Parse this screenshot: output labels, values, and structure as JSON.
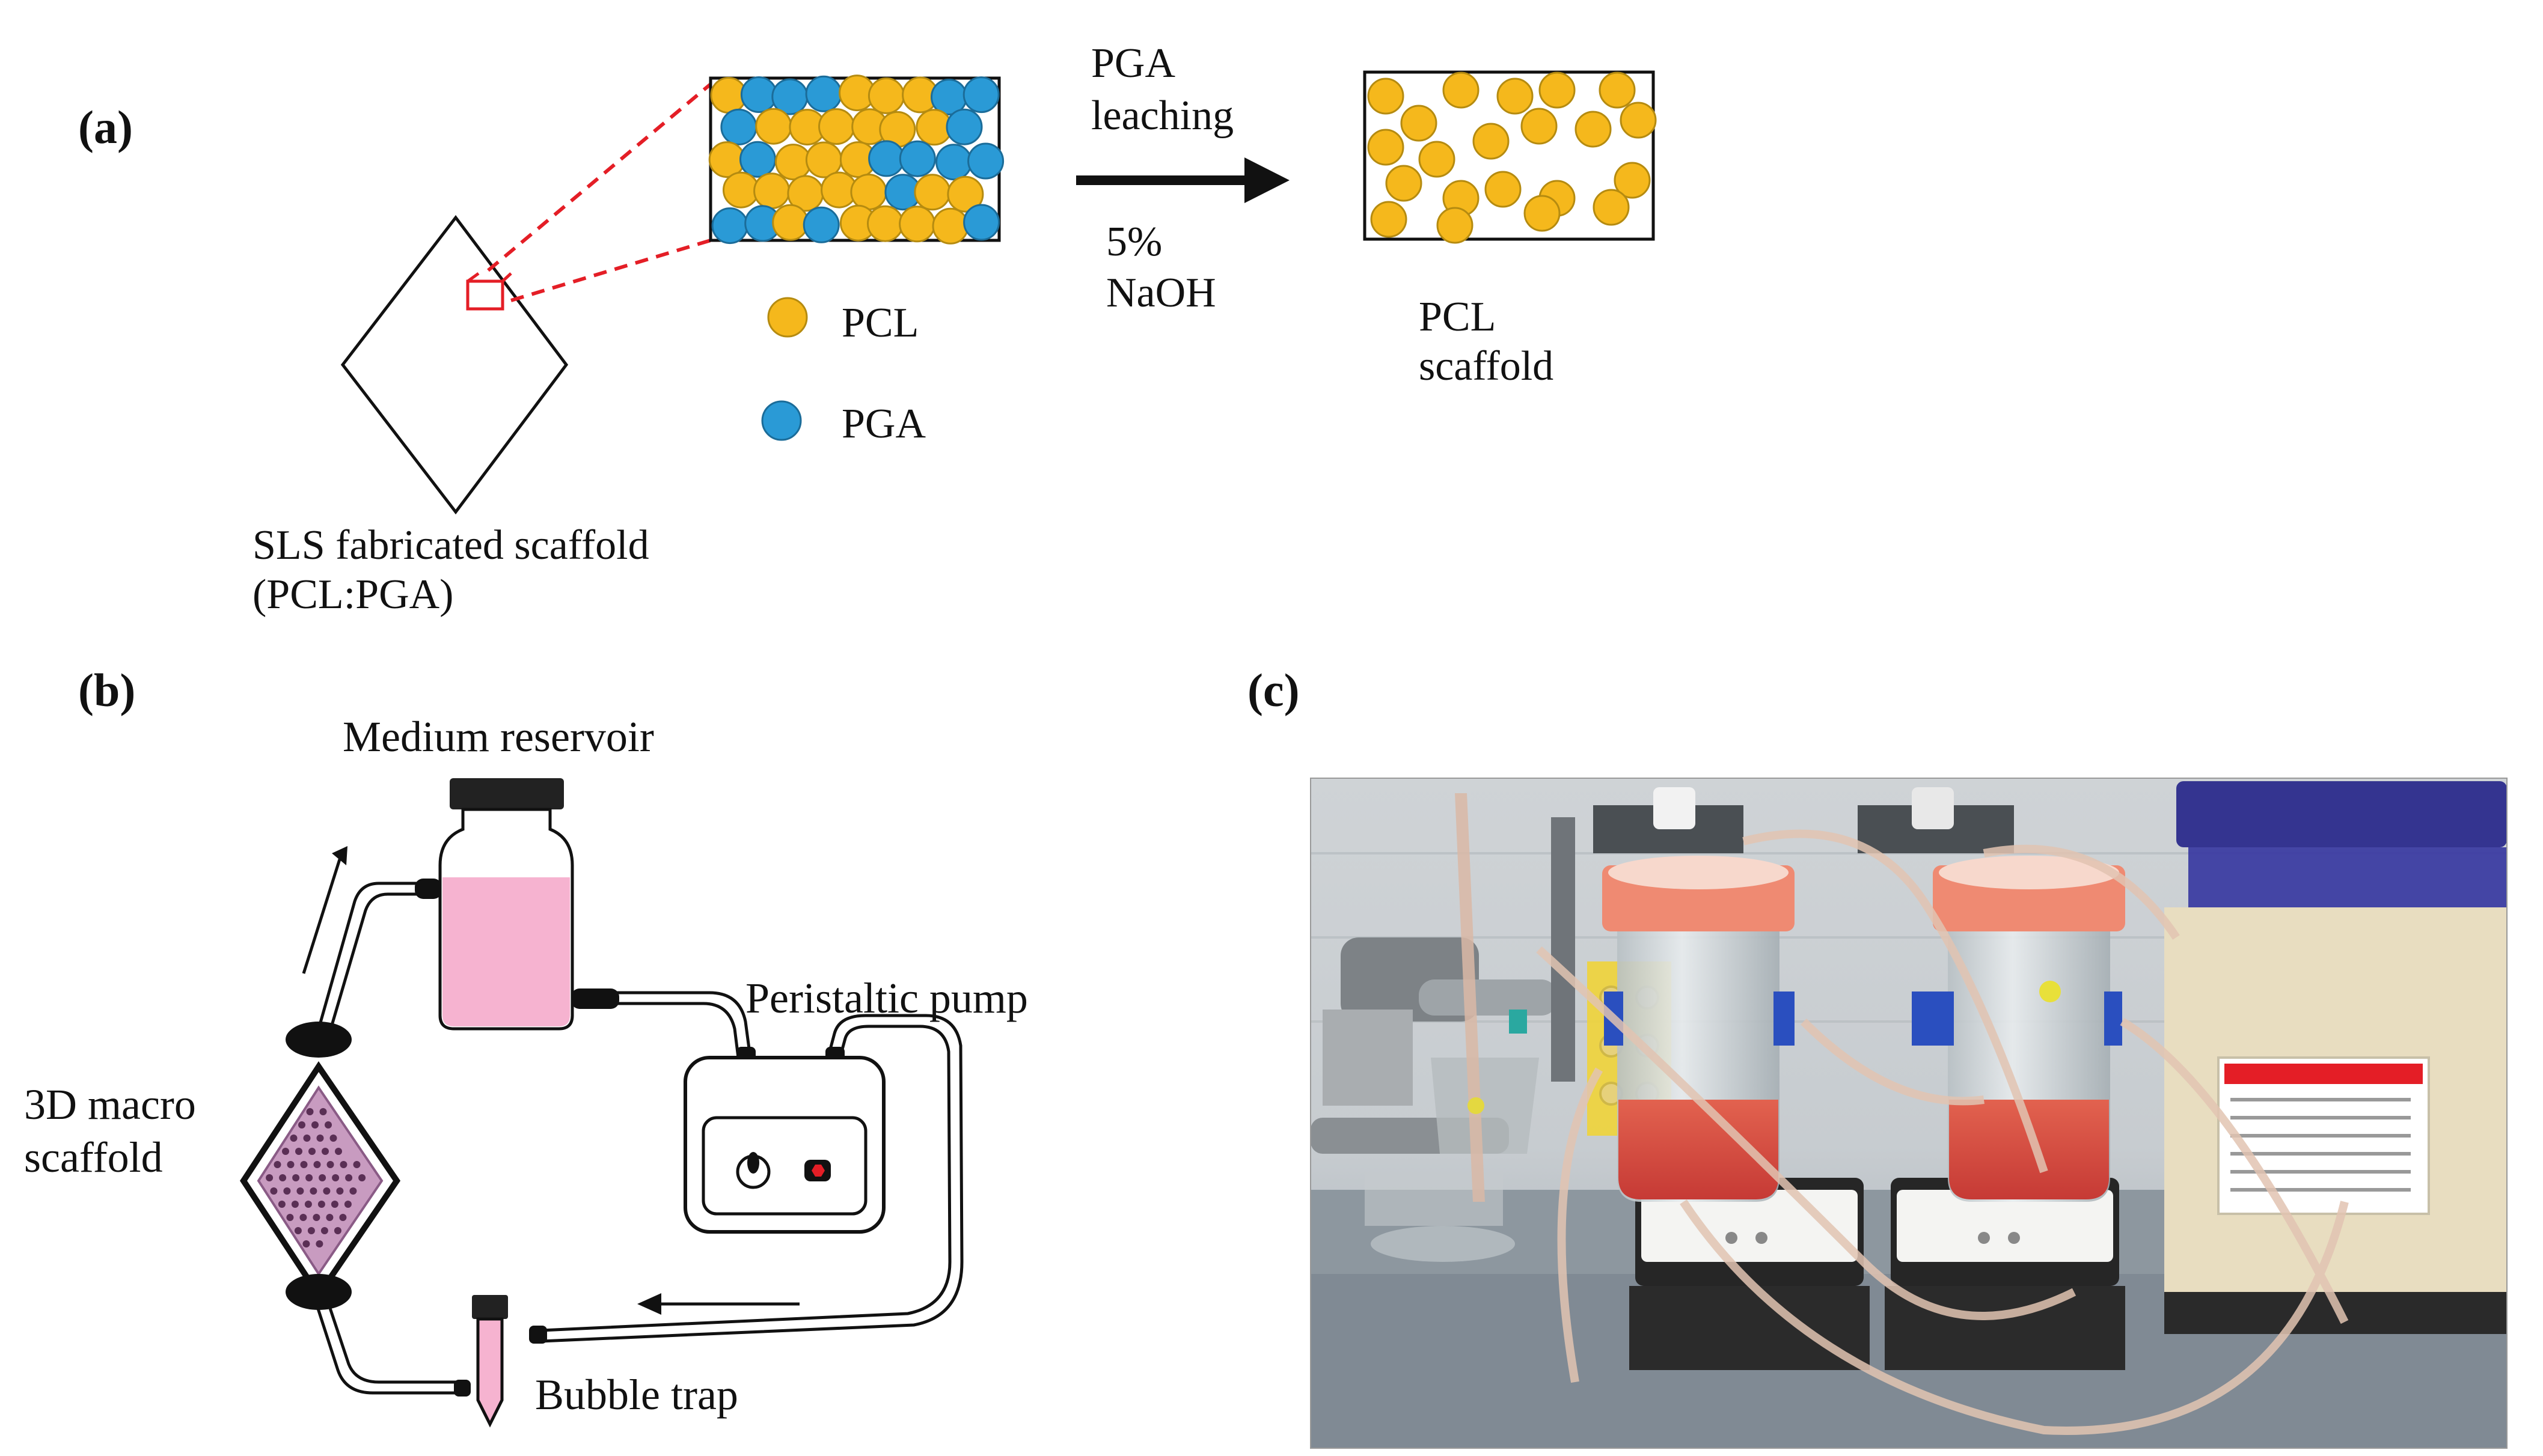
{
  "panel_a": {
    "label": "(a)",
    "scaffold_caption_line1": "SLS fabricated scaffold",
    "scaffold_caption_line2": "(PCL:PGA)",
    "legend_pcl": "PCL",
    "legend_pga": "PGA",
    "arrow_top_line1": "PGA",
    "arrow_top_line2": "leaching",
    "arrow_bottom_line1": "5%",
    "arrow_bottom_line2": "NaOH",
    "result_line1": "PCL",
    "result_line2": "scaffold",
    "colors": {
      "pcl": "#f5b81c",
      "pga": "#2a9ad6",
      "zoom": "#e41e26"
    }
  },
  "panel_b": {
    "label": "(b)",
    "reservoir": "Medium reservoir",
    "pump": "Peristaltic pump",
    "scaffold_line1": "3D macro",
    "scaffold_line2": "scaffold",
    "bubble_trap": "Bubble trap",
    "colors": {
      "medium": "#f6b3d0",
      "scaffold": "#c89bc0"
    }
  },
  "panel_c": {
    "label": "(c)",
    "photo_description": "photo-bioreactor-setup"
  }
}
